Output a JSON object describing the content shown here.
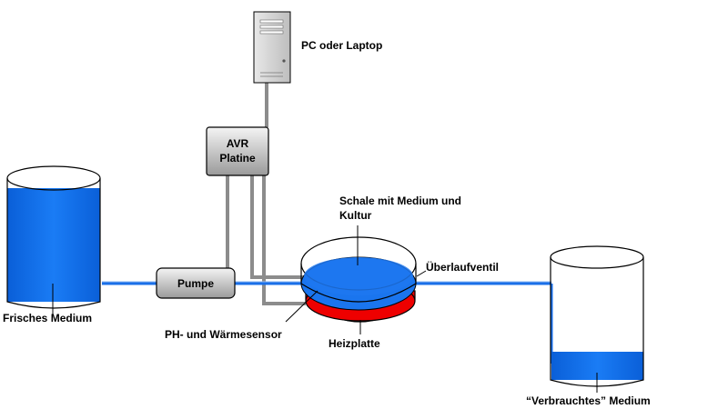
{
  "labels": {
    "pc": "PC oder Laptop",
    "avr_line1": "AVR",
    "avr_line2": "Platine",
    "pump": "Pumpe",
    "dish_line1": "Schale mit Medium und",
    "dish_line2": "Kultur",
    "overflow_valve": "Überlaufventil",
    "sensor": "PH- und Wärmesensor",
    "heater": "Heizplatte",
    "fresh_medium": "Frisches Medium",
    "used_medium": "“Verbrauchtes” Medium"
  },
  "colors": {
    "medium": "#0f6fef",
    "heater": "#ee0000",
    "cable": "#8c8c8c",
    "box_fill": "#d6d6d6",
    "outline": "#000000"
  },
  "icons": {
    "computer": "desktop-tower-icon"
  }
}
